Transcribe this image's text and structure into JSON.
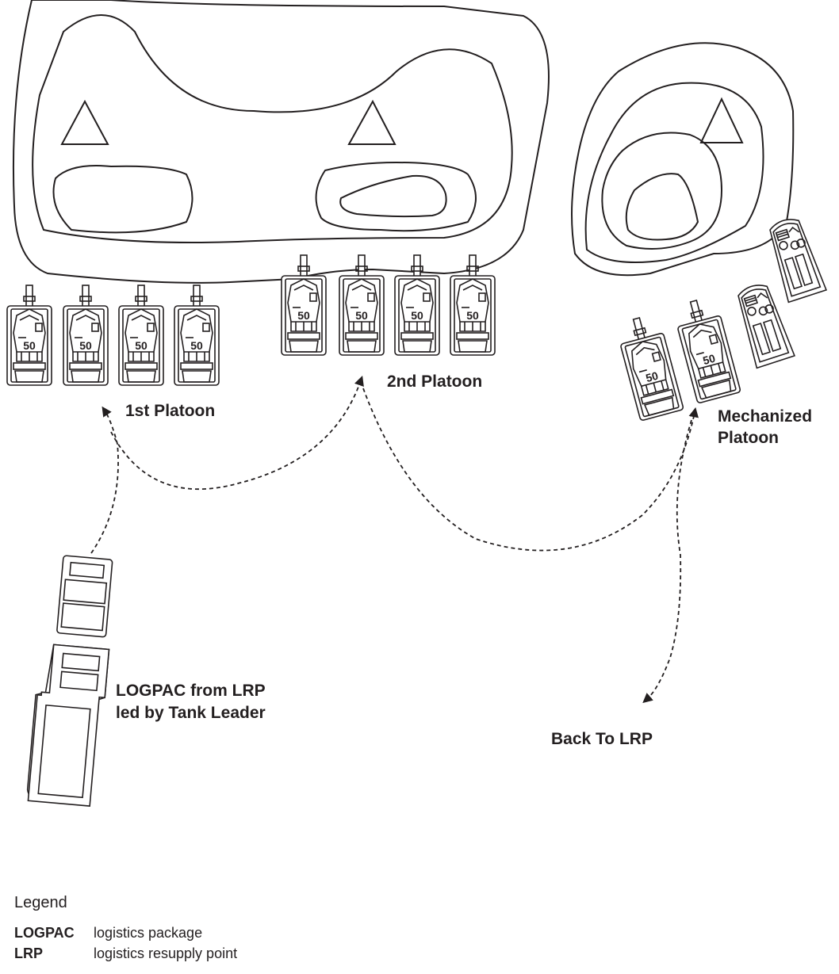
{
  "labels": {
    "platoon1": "1st Platoon",
    "platoon2": "2nd Platoon",
    "mech_line1": "Mechanized",
    "mech_line2": "Platoon",
    "logpac_line1": "LOGPAC from LRP",
    "logpac_line2": "led by Tank Leader",
    "back": "Back To LRP"
  },
  "tank_marking": "50",
  "legend": {
    "title": "Legend",
    "items": [
      {
        "term": "LOGPAC",
        "definition": "logistics package"
      },
      {
        "term": "LRP",
        "definition": "logistics resupply point"
      }
    ]
  },
  "colors": {
    "ink": "#231f20",
    "background": "#ffffff"
  }
}
